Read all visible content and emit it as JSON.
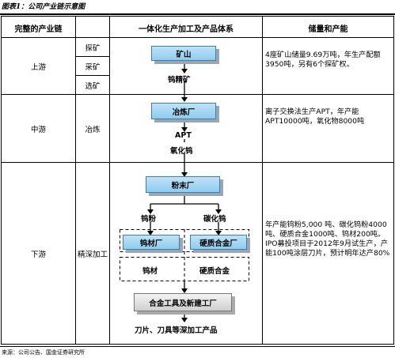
{
  "caption": "图表1：公司产业链示意图",
  "source": "来源：公司公告、国金证券研究所",
  "headers": {
    "chain": "完整的产业链",
    "system": "一体化生产加工及产品体系",
    "reserves": "储量和产能"
  },
  "stages": {
    "upstream": {
      "name": "上游",
      "steps": [
        "探矿",
        "采矿",
        "选矿"
      ],
      "box": "矿山",
      "output": "钨精矿",
      "desc": "4座矿山储量9.69万吨，年生产配额3950吨，另有6个探矿权。"
    },
    "midstream": {
      "name": "中游",
      "step": "冶炼",
      "box": "冶炼厂",
      "output1": "APT",
      "output2": "氧化钨",
      "desc": "离子交换法生产APT，年产能APT10000吨，氧化物8000吨"
    },
    "downstream": {
      "name": "下游",
      "step": "精深加工",
      "box": "粉末厂",
      "branch_left": "钨粉",
      "branch_right": "碳化钨",
      "box_left": "钨材厂",
      "box_right": "硬质合金厂",
      "product_left": "钨材",
      "product_right": "硬质合金",
      "box_bottom": "合金工具及新建工厂",
      "final_output": "刀片、刀具等深加工产品",
      "desc": "年产能钨粉5,000 吨、碳化钨粉4000吨、硬质合金1000吨、钨材200吨。IPO募投项目于2012年9月试生产，产能100吨涂层刀片，预计明年达产80%"
    }
  }
}
